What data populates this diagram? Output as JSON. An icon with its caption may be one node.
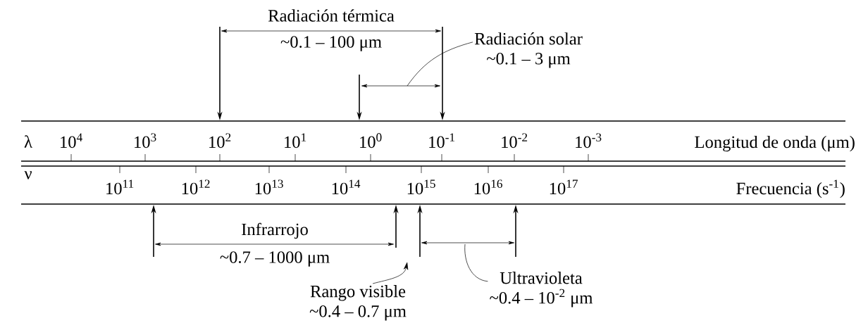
{
  "diagram": {
    "nodes": [
      {
        "text": [
          "Radiación solar",
          "~0.1 – 3 μm"
        ]
      },
      {
        "text": [
          "Rango visible",
          "~0.4 – 0.7 μm"
        ]
      },
      {
        "text": [
          "Ultravioleta",
          "~0.4 – 10$^{-2}$ μm"
        ]
      }
    ],
    "edges": [
      {
        "from": 0,
        "to": null,
        "arrow": "none"
      },
      {
        "from": 1,
        "to": null,
        "arrow": "to"
      },
      {
        "from": 2,
        "to": null,
        "arrow": "none"
      }
    ],
    "labels": [
      "Radiación térmica",
      "~0.1 – 100 μm",
      "λ",
      "10$^{4}$",
      "10$^{3}$",
      "10$^{2}$",
      "10$^{1}$",
      "10$^{0}$",
      "10$^{-1}$",
      "10$^{-2}$",
      "10$^{-3}$",
      "Longitud de onda (μm)",
      "ν",
      "10$^{11}$",
      "10$^{12}$",
      "10$^{13}$",
      "10$^{14}$",
      "10$^{15}$",
      "10$^{16}$",
      "10$^{17}$",
      "Frecuencia (s$^{-1}$)",
      "Infrarrojo",
      "~0.7 – 1000 μm"
    ]
  }
}
